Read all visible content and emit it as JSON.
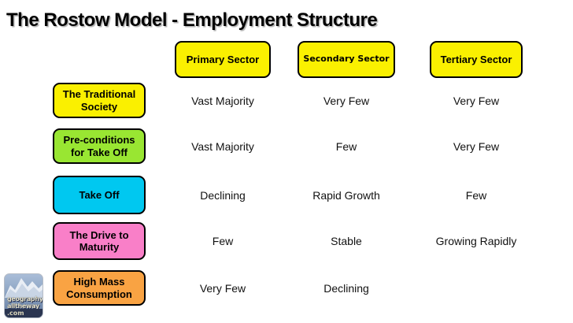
{
  "page": {
    "title": "The Rostow Model - Employment Structure"
  },
  "table": {
    "header_color": "#FAF000",
    "column_headers": [
      "Primary Sector",
      "Secondary Sector",
      "Tertiary Sector"
    ],
    "rows": [
      {
        "stage": "The Traditional Society",
        "color": "#FAF000",
        "values": [
          "Vast Majority",
          "Very Few",
          "Very Few"
        ]
      },
      {
        "stage": "Pre-conditions for Take Off",
        "color": "#99E632",
        "values": [
          "Vast Majority",
          "Few",
          "Very Few"
        ]
      },
      {
        "stage": "Take Off",
        "color": "#00C8F0",
        "values": [
          "Declining",
          "Rapid Growth",
          "Few"
        ]
      },
      {
        "stage": "The Drive to Maturity",
        "color": "#F97FC8",
        "values": [
          "Few",
          "Stable",
          "Growing Rapidly"
        ]
      },
      {
        "stage": "High Mass Consumption",
        "color": "#F9A343",
        "values": [
          "Very Few",
          "Declining",
          ""
        ]
      }
    ]
  },
  "logo": {
    "line1": "geography",
    "line2": "alltheway",
    "line3": ".com"
  }
}
